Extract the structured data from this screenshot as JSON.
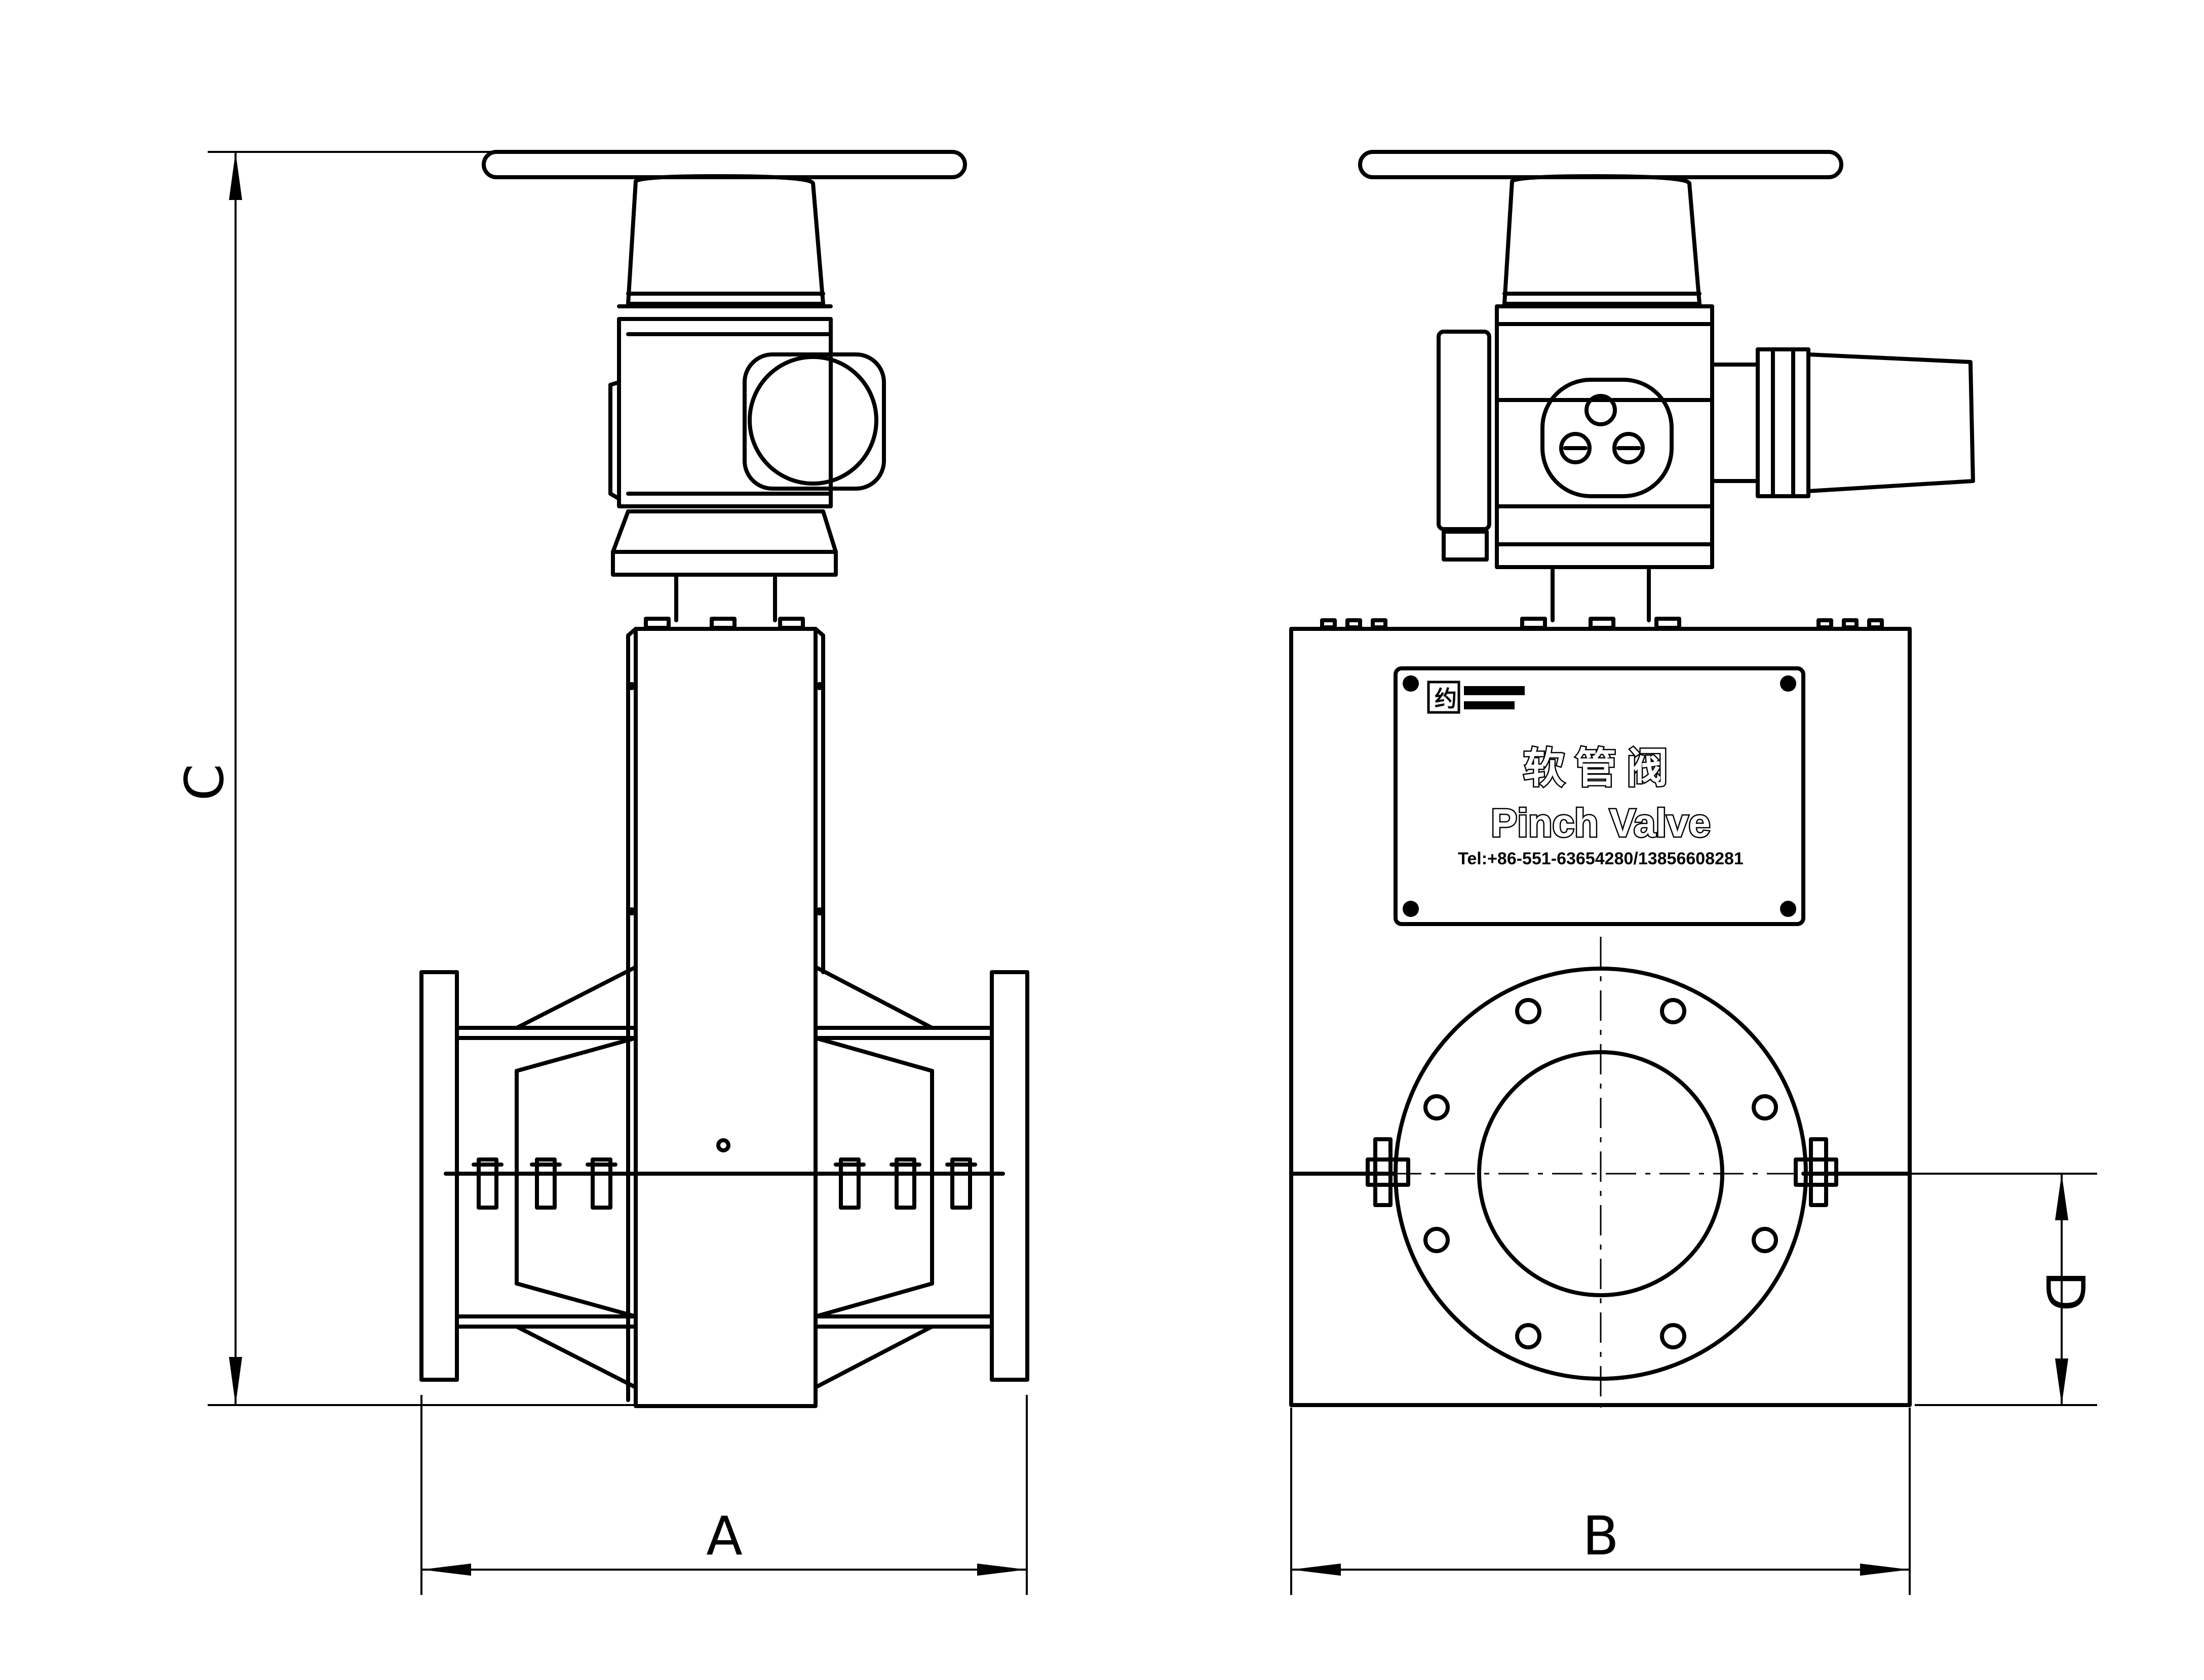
{
  "drawing": {
    "dimensions": {
      "width_label": "A",
      "depth_label": "B",
      "height_label": "C",
      "center_height_label": "D"
    },
    "nameplate": {
      "name_cn": "软管阀",
      "name_en": "Pinch Valve",
      "tel": "Tel:+86-551-63654280/13856608281"
    }
  }
}
